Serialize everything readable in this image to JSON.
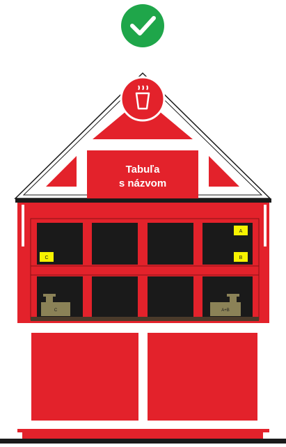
{
  "status": {
    "icon": "check-circle-icon",
    "color": "#1fa64a"
  },
  "booth": {
    "roof_icon": "cup-icon",
    "signboard_text": [
      "Tabuľa",
      "s názvom"
    ],
    "colors": {
      "red": "#e3222b",
      "dark": "#1a1a1a",
      "yellow": "#f7f300",
      "register": "#8b8257",
      "counter": "#4a3a2a"
    }
  },
  "labels": {
    "a": "A",
    "b": "B",
    "c": "C",
    "register_left": "C",
    "register_right": "A+B"
  }
}
